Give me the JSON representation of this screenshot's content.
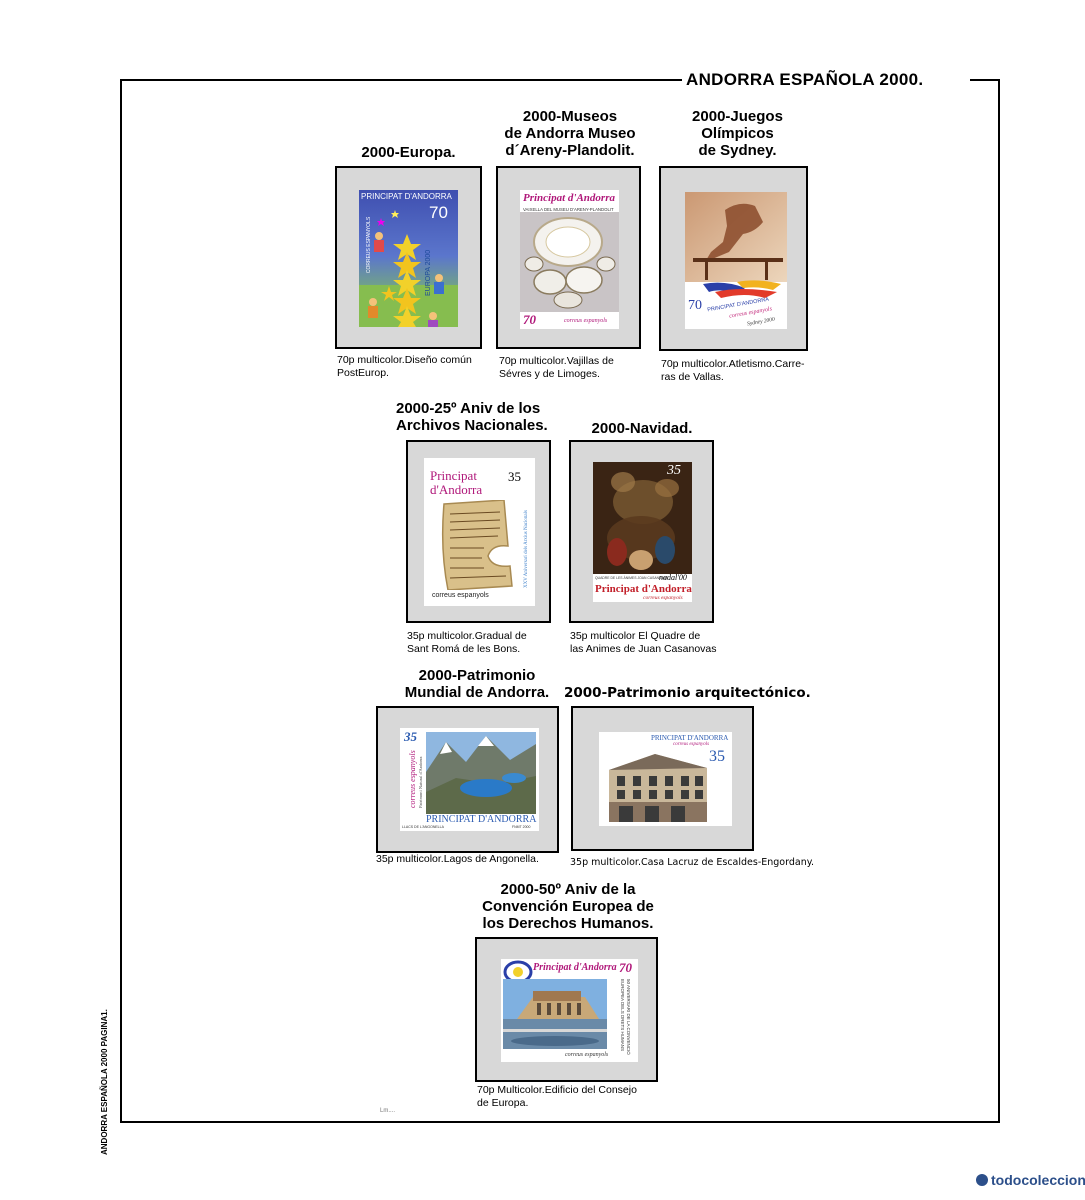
{
  "page": {
    "title": "ANDORRA ESPAÑOLA 2000.",
    "side_label": "ANDORRA ESPAÑOLA 2000 PAGINA1.",
    "watermark": "todocoleccion",
    "footer_mark": "Lm...."
  },
  "stamps": [
    {
      "heading": [
        "2000-Europa."
      ],
      "caption": [
        "70p multicolor.Diseño común",
        "PostEurop."
      ],
      "stamp_text": {
        "country": "PRINCIPAT D'ANDORRA",
        "value": "70",
        "side": "CORREUS ESPANYOLS",
        "year": "EUROPA 2000"
      }
    },
    {
      "heading": [
        "2000-Museos",
        "de Andorra Museo",
        "d´Areny-Plandolit."
      ],
      "caption": [
        "70p multicolor.Vajillas de",
        "Sévres y de Limoges."
      ],
      "stamp_text": {
        "country": "Principat d'Andorra",
        "subtitle": "VAIXELLA DEL MUSEU D'ARENY-PLANDOLIT",
        "value": "70",
        "post": "correus espanyols"
      }
    },
    {
      "heading": [
        "2000-Juegos",
        "Olímpicos",
        "de Sydney."
      ],
      "caption": [
        "70p multicolor.Atletismo.Carre-",
        "ras de Vallas."
      ],
      "stamp_text": {
        "value": "70",
        "country": "PRINCIPAT D'ANDORRA",
        "post": "correus espanyols",
        "event": "Sydney 2000"
      }
    },
    {
      "heading": [
        "2000-25º Aniv de los",
        "Archivos Nacionales."
      ],
      "caption": [
        "35p multicolor.Gradual de",
        "Sant Romá de les Bons."
      ],
      "stamp_text": {
        "country_1": "Principat",
        "country_2": "d'Andorra",
        "value": "35",
        "post": "correus espanyols",
        "side": "XXV Aniversari dels Arxius Nacionals"
      }
    },
    {
      "heading": [
        "2000-Navidad."
      ],
      "caption": [
        "35p multicolor El Quadre de",
        "las Animes de Juan Casanovas"
      ],
      "stamp_text": {
        "value": "35",
        "painting": "QUADRE DE LES ÀNIMES JOAN CASANOVAS",
        "nadal": "nadal'00",
        "country": "Principat d'Andorra",
        "post": "correus espanyols"
      }
    },
    {
      "heading": [
        "2000-Patrimonio",
        "Mundial de Andorra."
      ],
      "caption": [
        "35p multicolor.Lagos de Angonella."
      ],
      "stamp_text": {
        "value": "35",
        "side_1": "correus espanyols",
        "side_2": "Patrimoni Natural d'Andorra",
        "country": "PRINCIPAT D'ANDORRA",
        "place": "LLACS DE L'ANGONELLA",
        "printer": "FNMT 2000"
      }
    },
    {
      "heading": [
        "2000-Patrimonio arquitectónico."
      ],
      "caption": [
        "35p multicolor.Casa Lacruz de Escaldes-Engordany."
      ],
      "stamp_text": {
        "country": "PRINCIPAT D'ANDORRA",
        "post": "correus espanyols",
        "value": "35"
      }
    },
    {
      "heading": [
        "2000-50º Aniv de la",
        "Convención Europea de",
        "los Derechos Humanos."
      ],
      "caption": [
        "70p Multicolor.Edificio del Consejo",
        "de Europa."
      ],
      "stamp_text": {
        "country": "Principat d'Andorra",
        "value": "70",
        "post": "correus espanyols",
        "side_1": "50 ANIVERSARI DE LA CONVENCIÓ",
        "side_2": "EUROPEA DELS DRETS HUMANS"
      }
    }
  ],
  "colors": {
    "frame": "#000000",
    "mount": "#d8d8d8",
    "watermark": "#2c4f8a",
    "andorra_magenta": "#b0187a",
    "sky_blue": "#3a7ec9"
  }
}
